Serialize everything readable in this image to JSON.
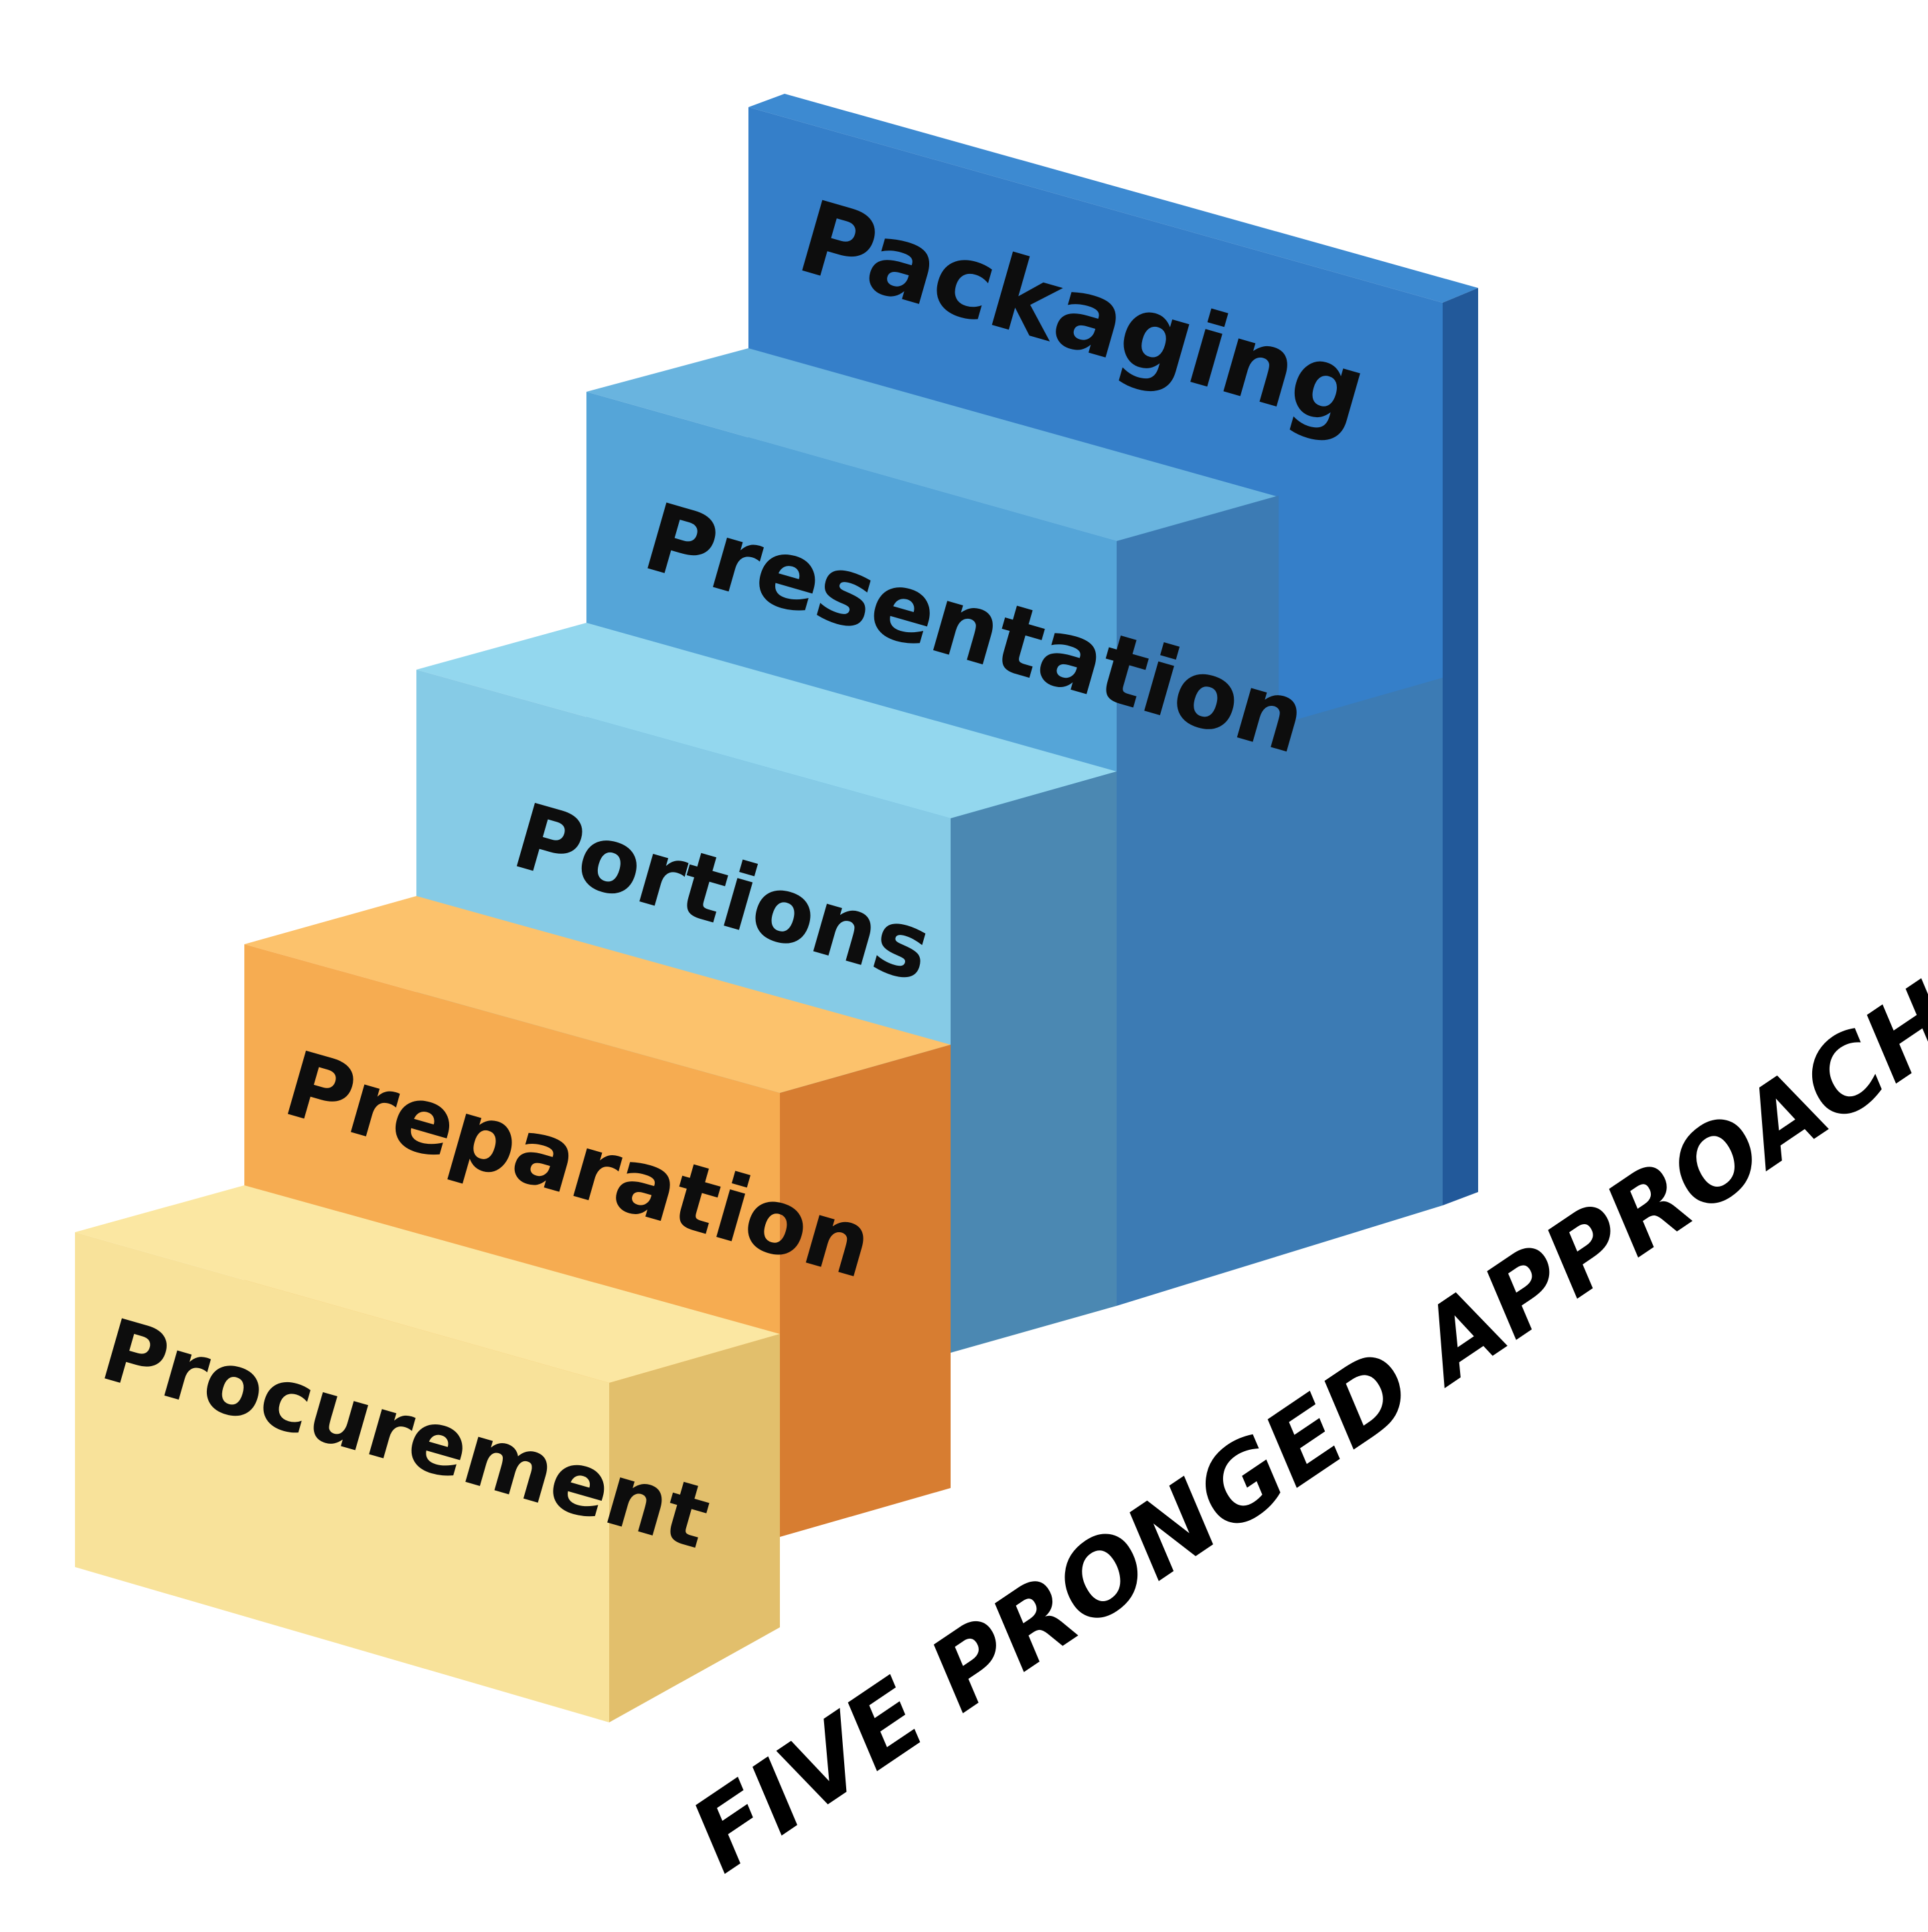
{
  "diagram": {
    "caption": "FIVE PRONGED APPROACH",
    "steps": [
      {
        "label": "Procurement",
        "colors": {
          "top": "#fbe7a2",
          "front": "#f8e29a",
          "side": "#e2bf6c"
        }
      },
      {
        "label": "Preparation",
        "colors": {
          "top": "#fcc26c",
          "front": "#f6ac51",
          "side": "#d77d31"
        }
      },
      {
        "label": "Portions",
        "colors": {
          "top": "#93d7ee",
          "front": "#86cbe6",
          "side": "#4b88b2"
        }
      },
      {
        "label": "Presentation",
        "colors": {
          "top": "#69b4df",
          "front": "#55a5d8",
          "side": "#3c7bb4"
        }
      },
      {
        "label": "Packaging",
        "colors": {
          "top": "#3d8ad1",
          "front": "#357fc9",
          "side": "#22599a"
        }
      }
    ]
  }
}
